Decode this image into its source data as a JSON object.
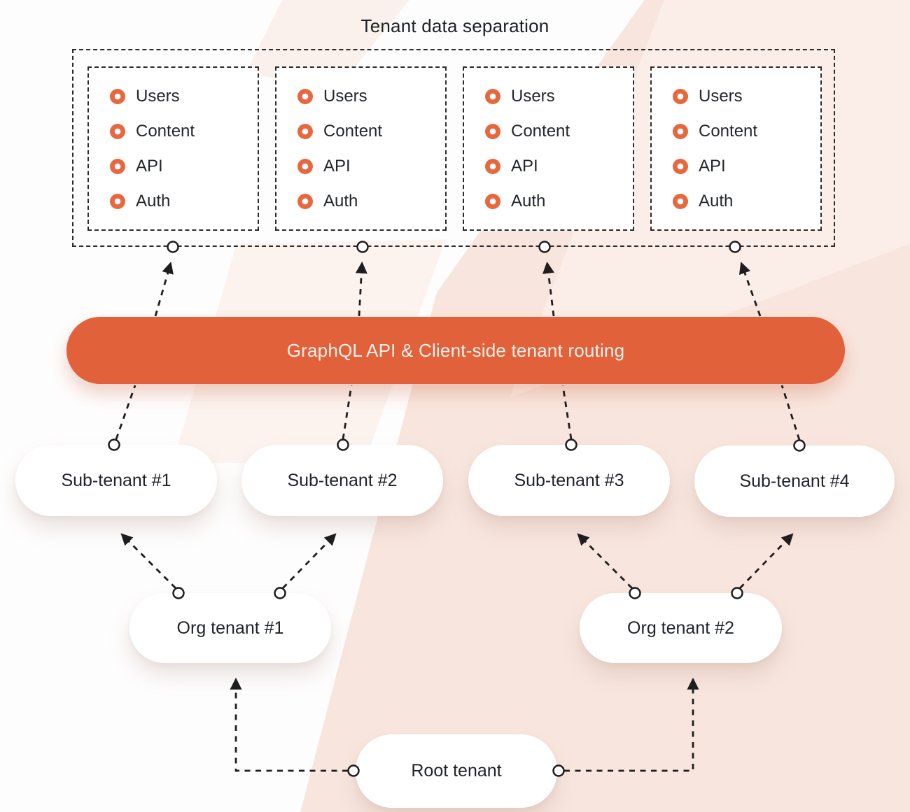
{
  "title": "Tenant data separation",
  "colors": {
    "accent_orange": "#E0613A",
    "bullet_orange": "#E7673F",
    "line_color": "#1D1D1F",
    "text_color": "#22252A",
    "pill_background": "#FFFFFF",
    "background_tint": "#F8E6DE"
  },
  "tenant_container": {
    "boxes": [
      {
        "items": [
          "Users",
          "Content",
          "API",
          "Auth"
        ]
      },
      {
        "items": [
          "Users",
          "Content",
          "API",
          "Auth"
        ]
      },
      {
        "items": [
          "Users",
          "Content",
          "API",
          "Auth"
        ]
      },
      {
        "items": [
          "Users",
          "Content",
          "API",
          "Auth"
        ]
      }
    ]
  },
  "api_bar": {
    "label": "GraphQL API & Client-side tenant routing"
  },
  "sub_tenants": [
    {
      "label": "Sub-tenant #1"
    },
    {
      "label": "Sub-tenant #2"
    },
    {
      "label": "Sub-tenant #3"
    },
    {
      "label": "Sub-tenant #4"
    }
  ],
  "org_tenants": [
    {
      "label": "Org tenant #1"
    },
    {
      "label": "Org tenant #2"
    }
  ],
  "root_tenant": {
    "label": "Root tenant"
  }
}
